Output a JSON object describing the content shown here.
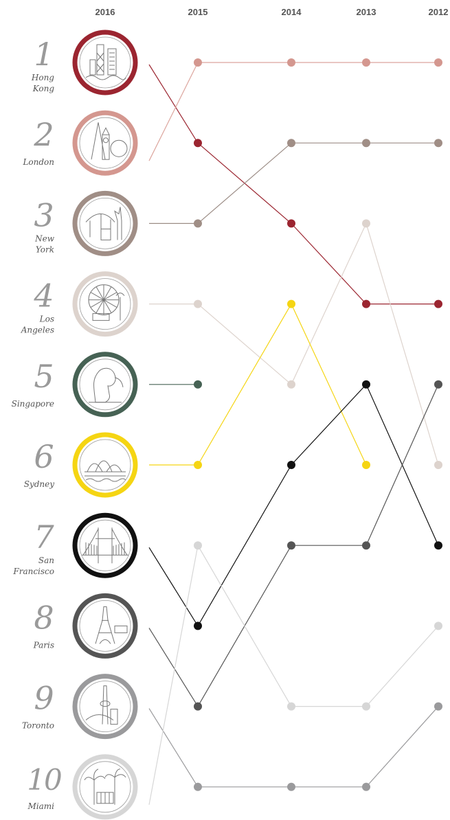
{
  "chart_data": {
    "type": "line",
    "subtype": "bump",
    "title": "",
    "x": [
      "2016",
      "2015",
      "2014",
      "2013",
      "2012"
    ],
    "ylabel": "",
    "ylim": [
      1,
      10
    ],
    "y_inverted": true,
    "series": [
      {
        "name": "Hong Kong",
        "icon": "hong-kong-skyline-icon",
        "color": "#9b2530",
        "line_color": "#9b2530",
        "values": [
          1,
          2,
          3,
          4,
          4
        ]
      },
      {
        "name": "London",
        "icon": "london-bigben-icon",
        "color": "#d4978f",
        "line_color": "#dca59d",
        "values": [
          2,
          1,
          1,
          1,
          1
        ]
      },
      {
        "name": "New York",
        "icon": "new-york-liberty-icon",
        "color": "#a08e86",
        "line_color": "#9b8c85",
        "values": [
          3,
          3,
          2,
          2,
          2
        ]
      },
      {
        "name": "Los Angeles",
        "icon": "los-angeles-wheel-icon",
        "color": "#ddd3cd",
        "line_color": "#ddd3cd",
        "values": [
          4,
          4,
          5,
          3,
          6
        ]
      },
      {
        "name": "Singapore",
        "icon": "singapore-merlion-icon",
        "color": "#466254",
        "line_color": "#466254",
        "values": [
          5,
          5,
          null,
          null,
          null
        ]
      },
      {
        "name": "Sydney",
        "icon": "sydney-opera-icon",
        "color": "#f5d513",
        "line_color": "#f5d513",
        "values": [
          6,
          6,
          4,
          6,
          null
        ]
      },
      {
        "name": "San Francisco",
        "icon": "golden-gate-icon",
        "color": "#111111",
        "line_color": "#111111",
        "values": [
          7,
          8,
          6,
          5,
          7
        ]
      },
      {
        "name": "Paris",
        "icon": "eiffel-tower-icon",
        "color": "#555555",
        "line_color": "#555555",
        "values": [
          8,
          9,
          7,
          7,
          5
        ]
      },
      {
        "name": "Toronto",
        "icon": "cn-tower-icon",
        "color": "#9a9a9c",
        "line_color": "#9a9a9c",
        "values": [
          9,
          10,
          10,
          10,
          9
        ]
      },
      {
        "name": "Miami",
        "icon": "miami-palms-icon",
        "color": "#d6d6d6",
        "line_color": "#d6d6d6",
        "values": [
          10,
          7,
          9,
          9,
          8
        ]
      }
    ],
    "legend": "none",
    "grid": false
  },
  "ranks": [
    {
      "number": "1",
      "name_lines": [
        "Hong",
        "Kong"
      ]
    },
    {
      "number": "2",
      "name_lines": [
        "London"
      ]
    },
    {
      "number": "3",
      "name_lines": [
        "New",
        "York"
      ]
    },
    {
      "number": "4",
      "name_lines": [
        "Los",
        "Angeles"
      ]
    },
    {
      "number": "5",
      "name_lines": [
        "Singapore"
      ]
    },
    {
      "number": "6",
      "name_lines": [
        "Sydney"
      ]
    },
    {
      "number": "7",
      "name_lines": [
        "San",
        "Francisco"
      ]
    },
    {
      "number": "8",
      "name_lines": [
        "Paris"
      ]
    },
    {
      "number": "9",
      "name_lines": [
        "Toronto"
      ]
    },
    {
      "number": "10",
      "name_lines": [
        "Miami"
      ]
    }
  ]
}
